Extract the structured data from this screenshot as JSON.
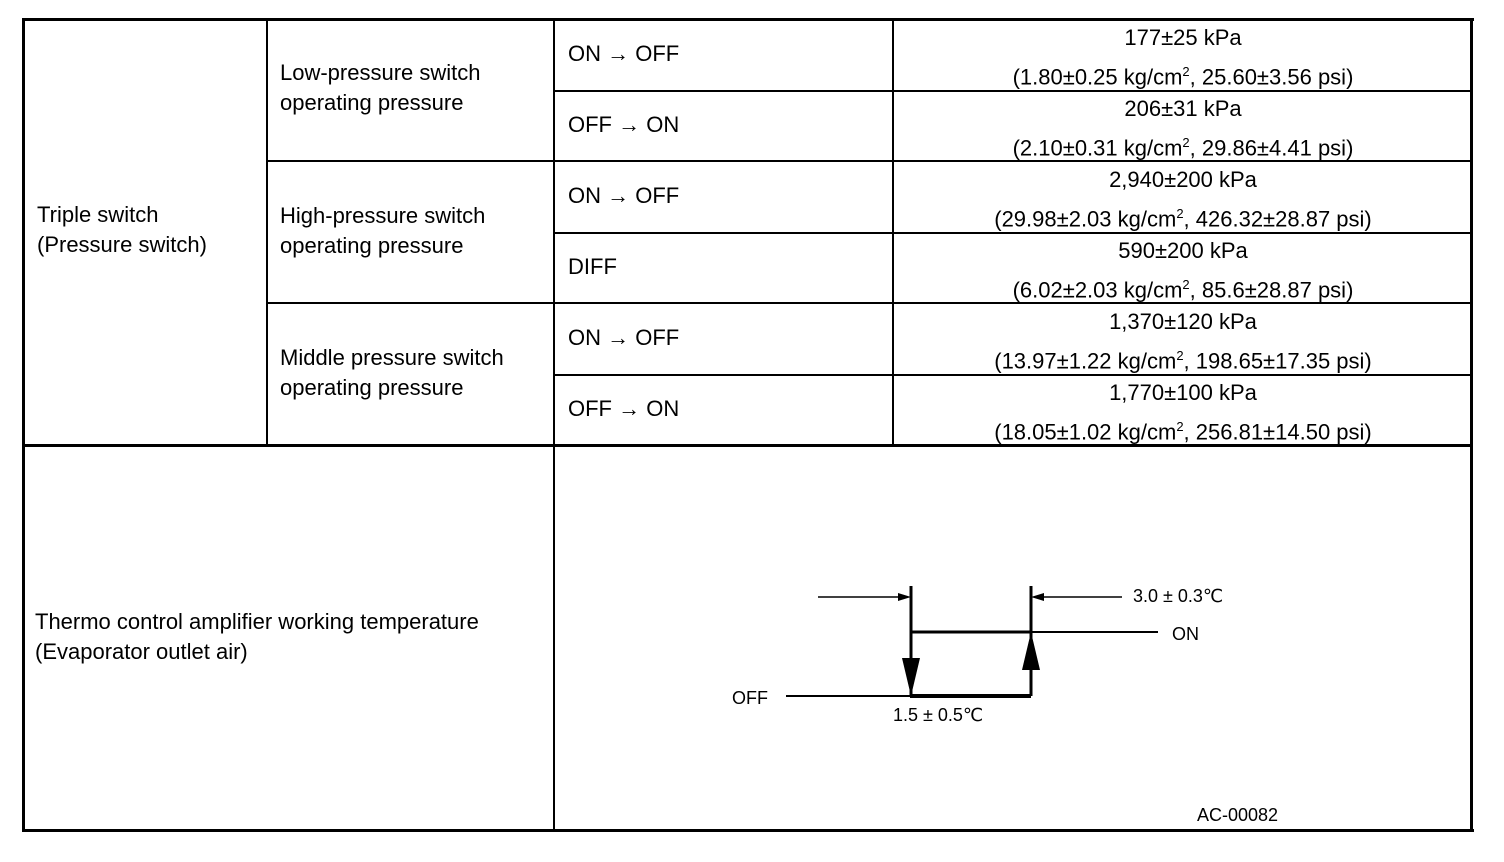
{
  "triple": {
    "label_l1": "Triple switch",
    "label_l2": "(Pressure switch)",
    "groups": [
      {
        "name_l1": "Low-pressure switch",
        "name_l2": "operating pressure",
        "rows": [
          {
            "cond": "ON → OFF",
            "kpa": "177±25 kPa",
            "alt_a": "(1.80±0.25 kg/cm",
            "exp": "2",
            "alt_b": ", 25.60±3.56 psi)"
          },
          {
            "cond": "OFF → ON",
            "kpa": "206±31 kPa",
            "alt_a": "(2.10±0.31 kg/cm",
            "exp": "2",
            "alt_b": ", 29.86±4.41 psi)"
          }
        ]
      },
      {
        "name_l1": "High-pressure switch",
        "name_l2": "operating pressure",
        "rows": [
          {
            "cond": "ON → OFF",
            "kpa": "2,940±200 kPa",
            "alt_a": "(29.98±2.03 kg/cm",
            "exp": "2",
            "alt_b": ", 426.32±28.87 psi)"
          },
          {
            "cond": "DIFF",
            "kpa": "590±200 kPa",
            "alt_a": "(6.02±2.03 kg/cm",
            "exp": "2",
            "alt_b": ", 85.6±28.87 psi)"
          }
        ]
      },
      {
        "name_l1": "Middle pressure switch",
        "name_l2": "operating pressure",
        "rows": [
          {
            "cond": "ON → OFF",
            "kpa": "1,370±120 kPa",
            "alt_a": "(13.97±1.22 kg/cm",
            "exp": "2",
            "alt_b": ", 198.65±17.35 psi)"
          },
          {
            "cond": "OFF → ON",
            "kpa": "1,770±100 kPa",
            "alt_a": "(18.05±1.02 kg/cm",
            "exp": "2",
            "alt_b": ", 256.81±14.50 psi)"
          }
        ]
      }
    ]
  },
  "thermo": {
    "label_l1": "Thermo control amplifier working temperature",
    "label_l2": "(Evaporator outlet air)",
    "diagram": {
      "top_value": "3.0 ± 0.3℃",
      "bottom_value": "1.5 ± 0.5℃",
      "on_label": "ON",
      "off_label": "OFF",
      "figure_code": "AC-00082"
    }
  }
}
